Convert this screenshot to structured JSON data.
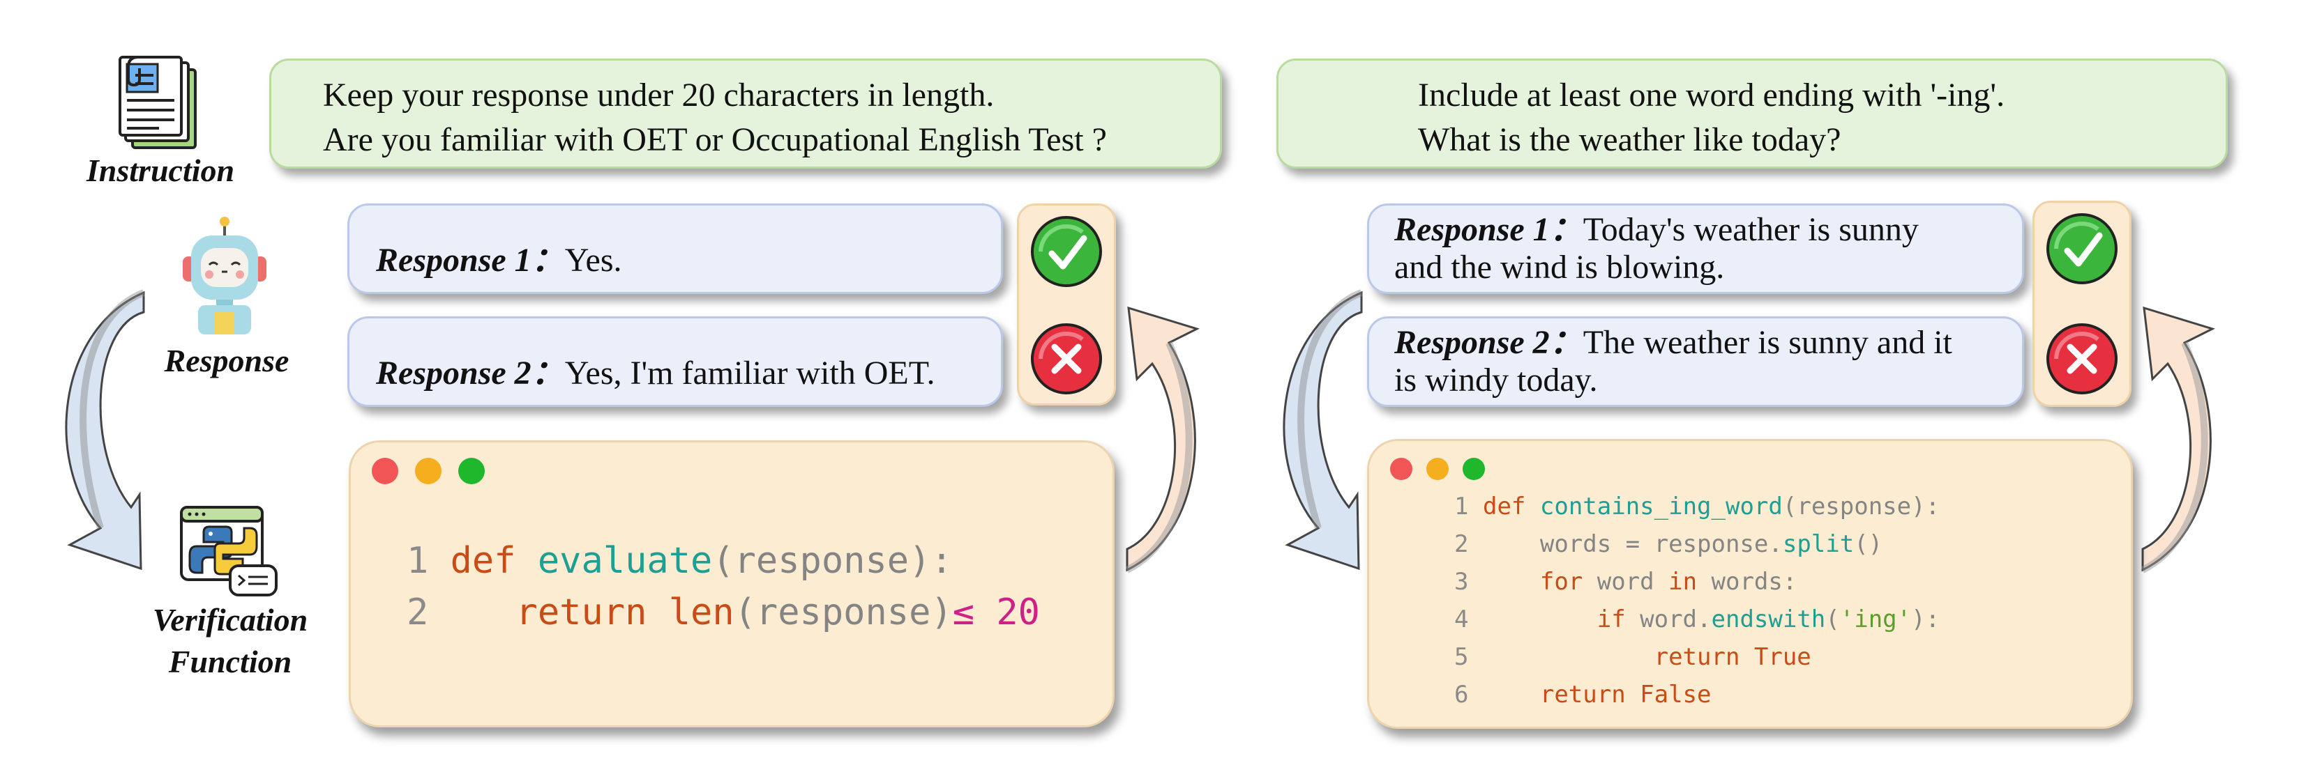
{
  "labels": {
    "instruction": "Instruction",
    "response": "Response",
    "verification_line1": "Verification",
    "verification_line2": "Function"
  },
  "left": {
    "instruction_line1": "Keep your response under 20 characters in length.",
    "instruction_line2": "Are you familiar with OET or Occupational English Test ?",
    "response1_label": "Response 1：",
    "response1_text": "Yes.",
    "response2_label": "Response 2：",
    "response2_text": "Yes, I'm familiar with OET.",
    "code": {
      "line1": {
        "num": "1",
        "kw": "def",
        "fn": "evaluate",
        "rest": "(response):"
      },
      "line2": {
        "num": "2",
        "kw": "return",
        "fn": "len",
        "rest": "(response)",
        "op": "≤",
        "num_val": "20"
      }
    }
  },
  "right": {
    "instruction_line1": "Include at least one word ending with '-ing'.",
    "instruction_line2": "What is the weather like today?",
    "response1_label": "Response 1：",
    "response1_line1": "Today's weather is sunny",
    "response1_line2": "and the wind is blowing.",
    "response2_label": "Response 2：",
    "response2_line1": "The weather is sunny and it",
    "response2_line2": "is windy today.",
    "code": {
      "l1": {
        "num": "1",
        "kw": "def",
        "fn": "contains_ing_word",
        "rest": "(response):"
      },
      "l2": {
        "num": "2",
        "a": "words = response.",
        "fn": "split",
        "b": "()"
      },
      "l3": {
        "num": "3",
        "kw1": "for",
        "a": " word ",
        "kw2": "in",
        "b": " words:"
      },
      "l4": {
        "num": "4",
        "kw": "if",
        "a": " word.",
        "fn": "endswith",
        "b": "(",
        "str": "'ing'",
        "c": "):"
      },
      "l5": {
        "num": "5",
        "kw": "return True"
      },
      "l6": {
        "num": "6",
        "kw": "return False"
      }
    }
  },
  "colors": {
    "instruction_bg": "#e6f3dc",
    "response_bg": "#ebeffa",
    "code_bg": "#fcedd2",
    "check_green": "#3cb53c",
    "cross_red": "#e63040",
    "window_red": "#f25555",
    "window_yellow": "#f5ae1e",
    "window_green": "#1fb82c"
  },
  "icons": [
    "document-icon",
    "robot-icon",
    "python-code-icon",
    "check-icon",
    "cross-icon",
    "curved-arrow-icon"
  ]
}
